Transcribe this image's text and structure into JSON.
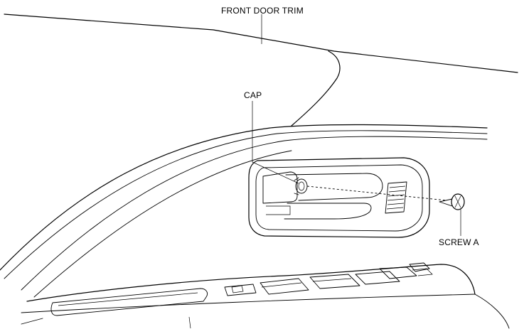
{
  "diagram": {
    "labels": {
      "front_door_trim": "FRONT DOOR TRIM",
      "cap": "CAP",
      "screw_a": "SCREW A"
    }
  }
}
